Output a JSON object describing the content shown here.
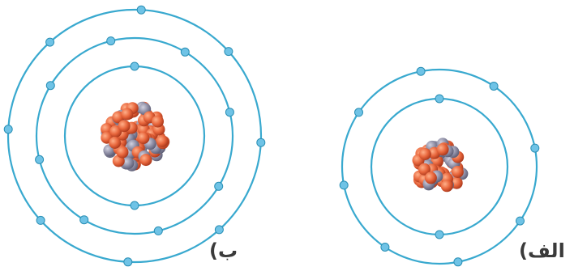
{
  "labels": {
    "atom_b": "ب)",
    "atom_alef": "الف)"
  },
  "colors": {
    "orbit": "#39a9cf",
    "electron": "#6fc3e6",
    "electron_stroke": "#2a8fb5",
    "proton": "#e8663c",
    "neutron": "#8f8fa6",
    "background": "#ffffff"
  },
  "atoms": [
    {
      "id": "atom-b",
      "shells": [
        {
          "electrons": 2
        },
        {
          "electrons": 8
        },
        {
          "electrons": 8
        }
      ]
    },
    {
      "id": "atom-alef",
      "shells": [
        {
          "electrons": 2
        },
        {
          "electrons": 8
        }
      ]
    }
  ]
}
